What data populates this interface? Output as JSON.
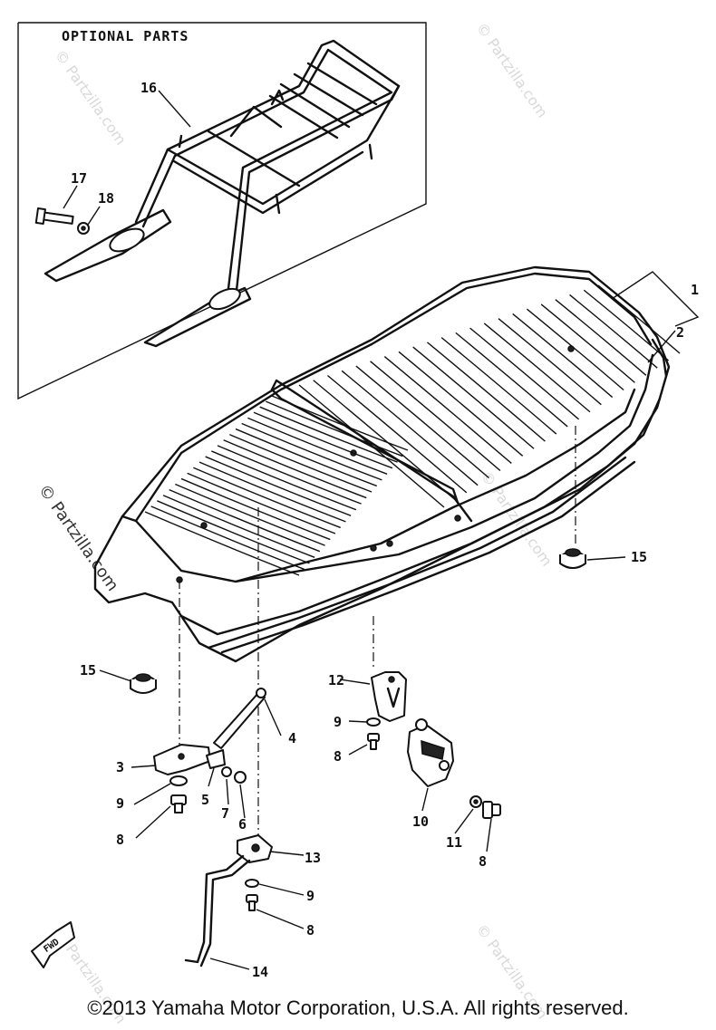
{
  "optional_header": "OPTIONAL PARTS",
  "fwd_label": "FWD",
  "copyright": "©2013 Yamaha Motor Corporation, U.S.A. All rights reserved.",
  "watermark": "© Partzilla.com",
  "callouts": [
    {
      "id": "c1",
      "text": "1"
    },
    {
      "id": "c2",
      "text": "2"
    },
    {
      "id": "c3",
      "text": "3"
    },
    {
      "id": "c4",
      "text": "4"
    },
    {
      "id": "c5",
      "text": "5"
    },
    {
      "id": "c6",
      "text": "6"
    },
    {
      "id": "c7",
      "text": "7"
    },
    {
      "id": "c8a",
      "text": "8"
    },
    {
      "id": "c8b",
      "text": "8"
    },
    {
      "id": "c8c",
      "text": "8"
    },
    {
      "id": "c8d",
      "text": "8"
    },
    {
      "id": "c9a",
      "text": "9"
    },
    {
      "id": "c9b",
      "text": "9"
    },
    {
      "id": "c9c",
      "text": "9"
    },
    {
      "id": "c10",
      "text": "10"
    },
    {
      "id": "c11",
      "text": "11"
    },
    {
      "id": "c12",
      "text": "12"
    },
    {
      "id": "c13",
      "text": "13"
    },
    {
      "id": "c14",
      "text": "14"
    },
    {
      "id": "c15a",
      "text": "15"
    },
    {
      "id": "c15b",
      "text": "15"
    },
    {
      "id": "c16",
      "text": "16"
    },
    {
      "id": "c17",
      "text": "17"
    },
    {
      "id": "c18",
      "text": "18"
    }
  ]
}
